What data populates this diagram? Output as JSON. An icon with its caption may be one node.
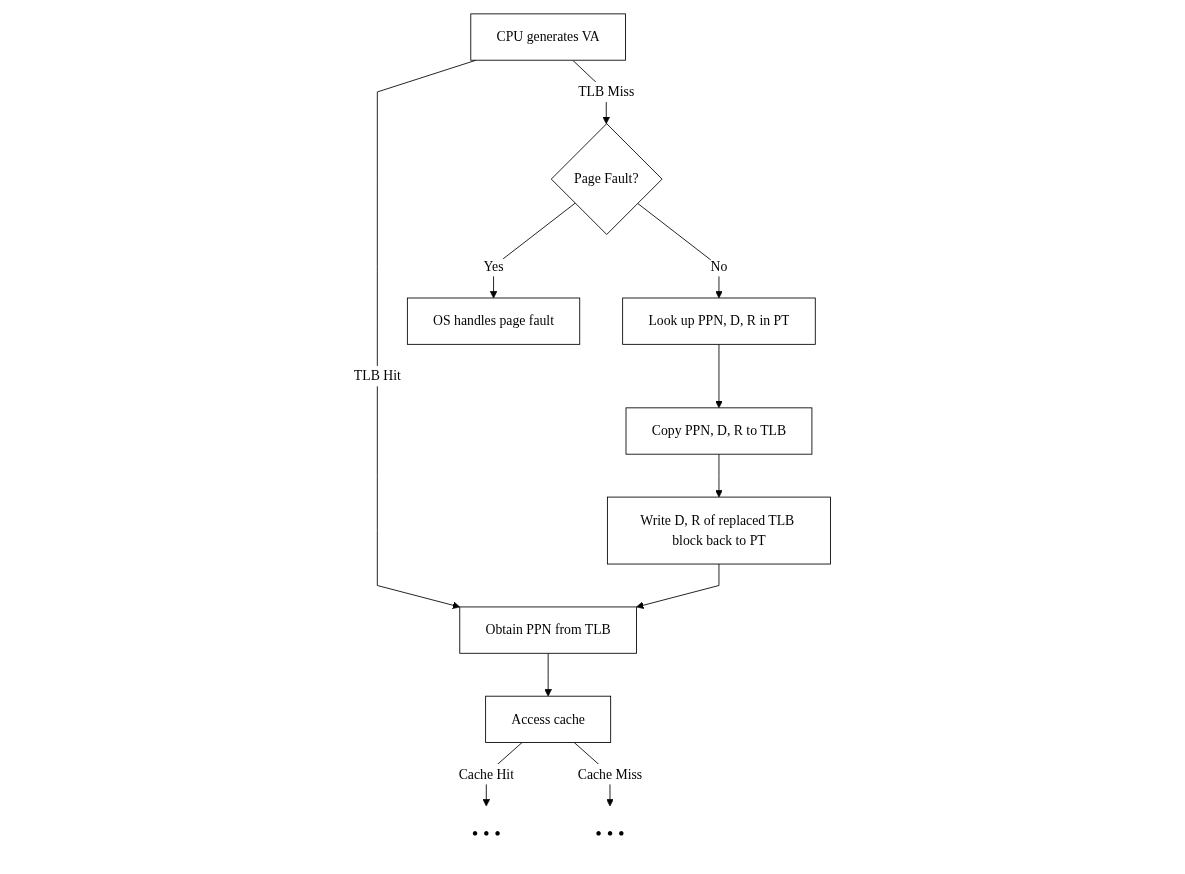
{
  "diagram": {
    "nodes": [
      {
        "text": [
          "CPU generates VA"
        ]
      },
      {
        "text": [
          "Obtain PPN from TLB"
        ]
      },
      {
        "text": [
          "Page Fault?"
        ]
      },
      {
        "text": [
          "OS handles page fault"
        ]
      },
      {
        "text": [
          "Access cache"
        ]
      },
      {
        "text": [
          "Look up PPN, D, R in PT"
        ]
      },
      {
        "text": [
          "Copy PPN, D, R to TLB"
        ]
      },
      {
        "text": [
          "Write D, R of replaced TLB block back to PT"
        ]
      },
      {
        "text": [
          "• • •"
        ]
      },
      {
        "text": [
          "• • •"
        ]
      }
    ],
    "edges": [
      {
        "from": 0,
        "to": 1,
        "arrow": "to",
        "label": "TLB Hit"
      },
      {
        "from": 0,
        "to": 2,
        "arrow": "to",
        "label": "TLB Miss"
      },
      {
        "from": 2,
        "to": 3,
        "arrow": "to",
        "label": "Yes"
      },
      {
        "from": 2,
        "to": 5,
        "arrow": "to",
        "label": "No"
      },
      {
        "from": 1,
        "to": 4,
        "arrow": "to"
      },
      {
        "from": 4,
        "to": 8,
        "arrow": "to",
        "label": "Cache Hit"
      },
      {
        "from": 4,
        "to": 9,
        "arrow": "to",
        "label": "Cache Miss"
      },
      {
        "from": 5,
        "to": 6,
        "arrow": "to"
      },
      {
        "from": 6,
        "to": 7,
        "arrow": "to"
      },
      {
        "from": 7,
        "to": 1,
        "arrow": "to"
      }
    ]
  }
}
